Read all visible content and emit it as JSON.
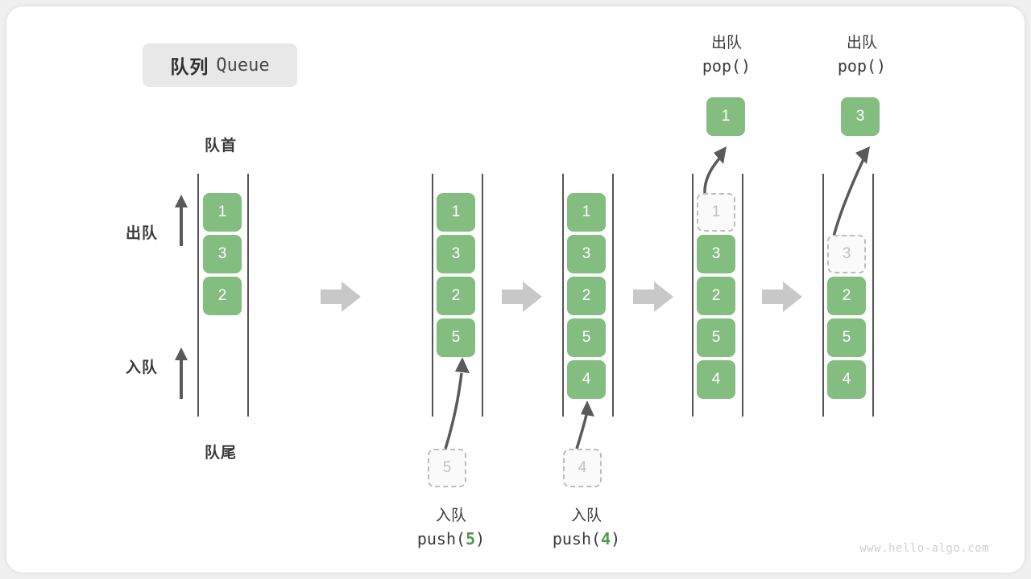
{
  "title": {
    "cn": "队列",
    "en": "Queue"
  },
  "labels": {
    "front": "队首",
    "rear": "队尾",
    "dequeue": "出队",
    "enqueue": "入队"
  },
  "colors": {
    "cell": "#84bd80",
    "cell_text": "#ffffff",
    "ghost_border": "#bdbdbd",
    "ghost_text": "#bfbfbf",
    "rail": "#555555",
    "arrow": "#5a5a5a",
    "step_arrow": "#c8c8c8",
    "badge_bg": "#e8e8e8",
    "text": "#3a3a3a",
    "accent": "#4c9a4c"
  },
  "captions": {
    "push5": {
      "cn": "入队",
      "fn": "push(",
      "arg": "5",
      "close": ")"
    },
    "push4": {
      "cn": "入队",
      "fn": "push(",
      "arg": "4",
      "close": ")"
    },
    "pop1": {
      "cn": "出队",
      "code": "pop()"
    },
    "pop2": {
      "cn": "出队",
      "code": "pop()"
    }
  },
  "columns": [
    {
      "name": "initial",
      "cells": [
        "1",
        "3",
        "2"
      ]
    },
    {
      "name": "after-push-5",
      "cells": [
        "1",
        "3",
        "2",
        "5"
      ],
      "incoming": "5"
    },
    {
      "name": "after-push-4",
      "cells": [
        "1",
        "3",
        "2",
        "5",
        "4"
      ],
      "incoming": "4"
    },
    {
      "name": "pop-first",
      "cells": [
        "1",
        "3",
        "2",
        "5",
        "4"
      ],
      "ghost_index": 0,
      "popped": "1"
    },
    {
      "name": "pop-second",
      "cells": [
        "3",
        "2",
        "5",
        "4"
      ],
      "ghost_index": 0,
      "popped": "3"
    }
  ],
  "watermark": "www.hello-algo.com"
}
